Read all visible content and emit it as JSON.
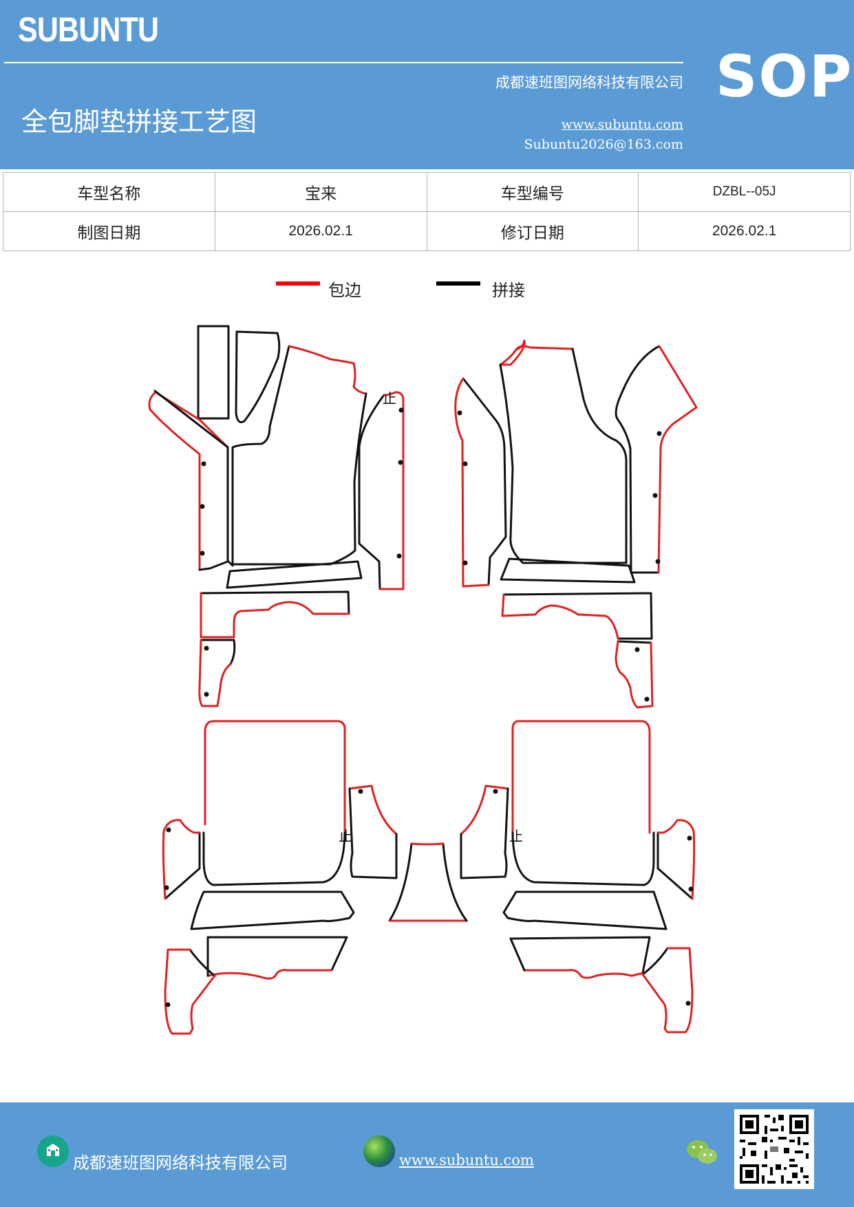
{
  "header": {
    "logo": "SUBUNTU",
    "sop": "SOP",
    "company": "成都速班图网络科技有限公司",
    "title": "全包脚垫拼接工艺图",
    "website": "www.subuntu.com",
    "email": "Subuntu2026@163.com"
  },
  "info": {
    "row1": {
      "label1": "车型名称",
      "value1": "宝来",
      "label2": "车型编号",
      "value2": "DZBL--05J"
    },
    "row2": {
      "label1": "制图日期",
      "value1": "2026.02.1",
      "label2": "修订日期",
      "value2": "2026.02.1"
    }
  },
  "legend": {
    "red_label": "包边",
    "black_label": "拼接",
    "red_color": "#ff0000",
    "black_color": "#000000"
  },
  "pattern": {
    "stop_mark": "止",
    "edge_color": "#e02020",
    "seam_color": "#111111"
  },
  "footer": {
    "company": "成都速班图网络科技有限公司",
    "website": "www.subuntu.com",
    "house_icon": "building-icon",
    "globe_icon": "globe-icon",
    "wechat_icon": "wechat-icon",
    "qr_icon": "qr-code-icon"
  }
}
